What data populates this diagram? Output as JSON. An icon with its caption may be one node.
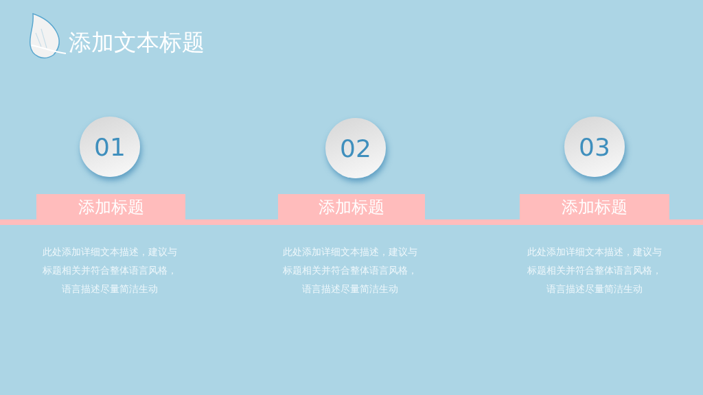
{
  "diagram": {
    "title": "添加文本标题",
    "nodes": [
      {
        "text": [
          "01"
        ]
      },
      {
        "text": [
          "添加标题"
        ]
      },
      {
        "text": [
          "02"
        ]
      },
      {
        "text": [
          "添加标题"
        ]
      },
      {
        "text": [
          "03"
        ]
      },
      {
        "text": [
          "添加标题"
        ]
      }
    ],
    "labels": [
      "此处添加详细文本描述，建议与标题相关并符合整体语言风格，语言描述尽量简洁生动",
      "此处添加详细文本描述，建议与标题相关并符合整体语言风格，语言描述尽量简洁生动",
      "此处添加详细文本描述，建议与标题相关并符合整体语言风格，语言描述尽量简洁生动"
    ]
  }
}
